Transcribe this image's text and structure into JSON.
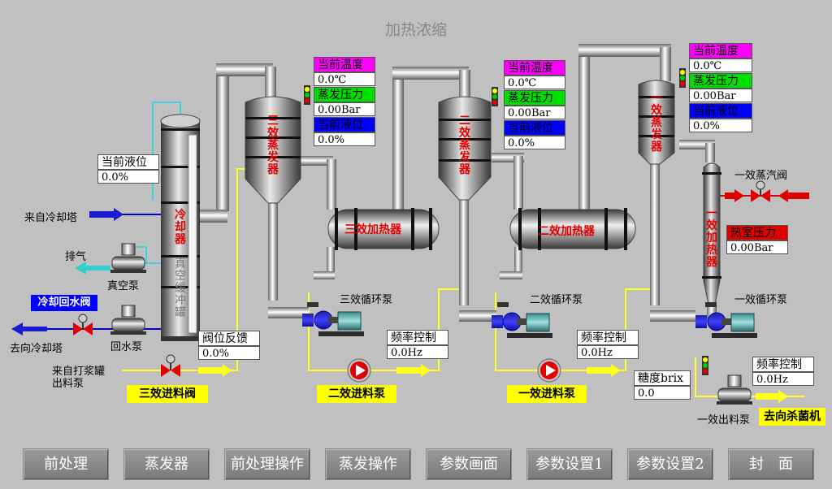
{
  "title": "加热浓缩",
  "cooler": {
    "label": "冷却器",
    "tank_label": "真空缓冲罐",
    "level_header": "当前液位",
    "level_value": "0.0%",
    "from_tower": "来自冷却塔",
    "exhaust": "排气",
    "vacuum_pump": "真空泵",
    "return_water_label": "冷却回水阀",
    "to_tower": "去向冷却塔",
    "return_pump": "回水泵",
    "slurry_from": "来自打浆罐",
    "slurry_pump": "出料泵",
    "valve_fb_header": "阀位反馈",
    "valve_fb_value": "0.0%",
    "feed_valve": "三效进料阀"
  },
  "effect3": {
    "evap_label": "三效蒸发器",
    "temp_header": "当前温度",
    "temp_value": "0.0℃",
    "pressure_header": "蒸发压力",
    "pressure_value": "0.00Bar",
    "level_header": "当前液位",
    "level_value": "0.0%",
    "heater_label": "三效加热器",
    "pump_label": "三效循环泵",
    "freq_header": "频率控制",
    "freq_value": "0.0Hz",
    "feed_pump": "二效进料泵"
  },
  "effect2": {
    "evap_label": "二效蒸发器",
    "temp_header": "当前温度",
    "temp_value": "0.0℃",
    "pressure_header": "蒸发压力",
    "pressure_value": "0.00Bar",
    "level_header": "当前液位",
    "level_value": "0.0%",
    "heater_label": "二效加热器",
    "pump_label": "二效循环泵",
    "freq_header": "频率控制",
    "freq_value": "0.0Hz",
    "feed_pump": "一效进料泵"
  },
  "effect1": {
    "evap_label": "一效蒸发器",
    "temp_header": "当前温度",
    "temp_value": "0.0℃",
    "pressure_header": "蒸发压力",
    "pressure_value": "0.00Bar",
    "level_header": "当前液位",
    "level_value": "0.0%",
    "heater_label": "一效加热器",
    "steam_valve": "一效蒸汽阀",
    "heat_pressure_header": "热室压力",
    "heat_pressure_value": "0.00Bar",
    "pump_label": "一效循环泵",
    "brix_header": "糖度brix",
    "brix_value": "0.0",
    "freq_header": "频率控制",
    "freq_value": "0.0Hz",
    "out_pump": "一效出料泵",
    "to_sterilizer": "去向杀菌机"
  },
  "nav": [
    "前处理",
    "蒸发器",
    "前处理操作",
    "蒸发操作",
    "参数画面",
    "参数设置1",
    "参数设置2",
    "封　面"
  ]
}
